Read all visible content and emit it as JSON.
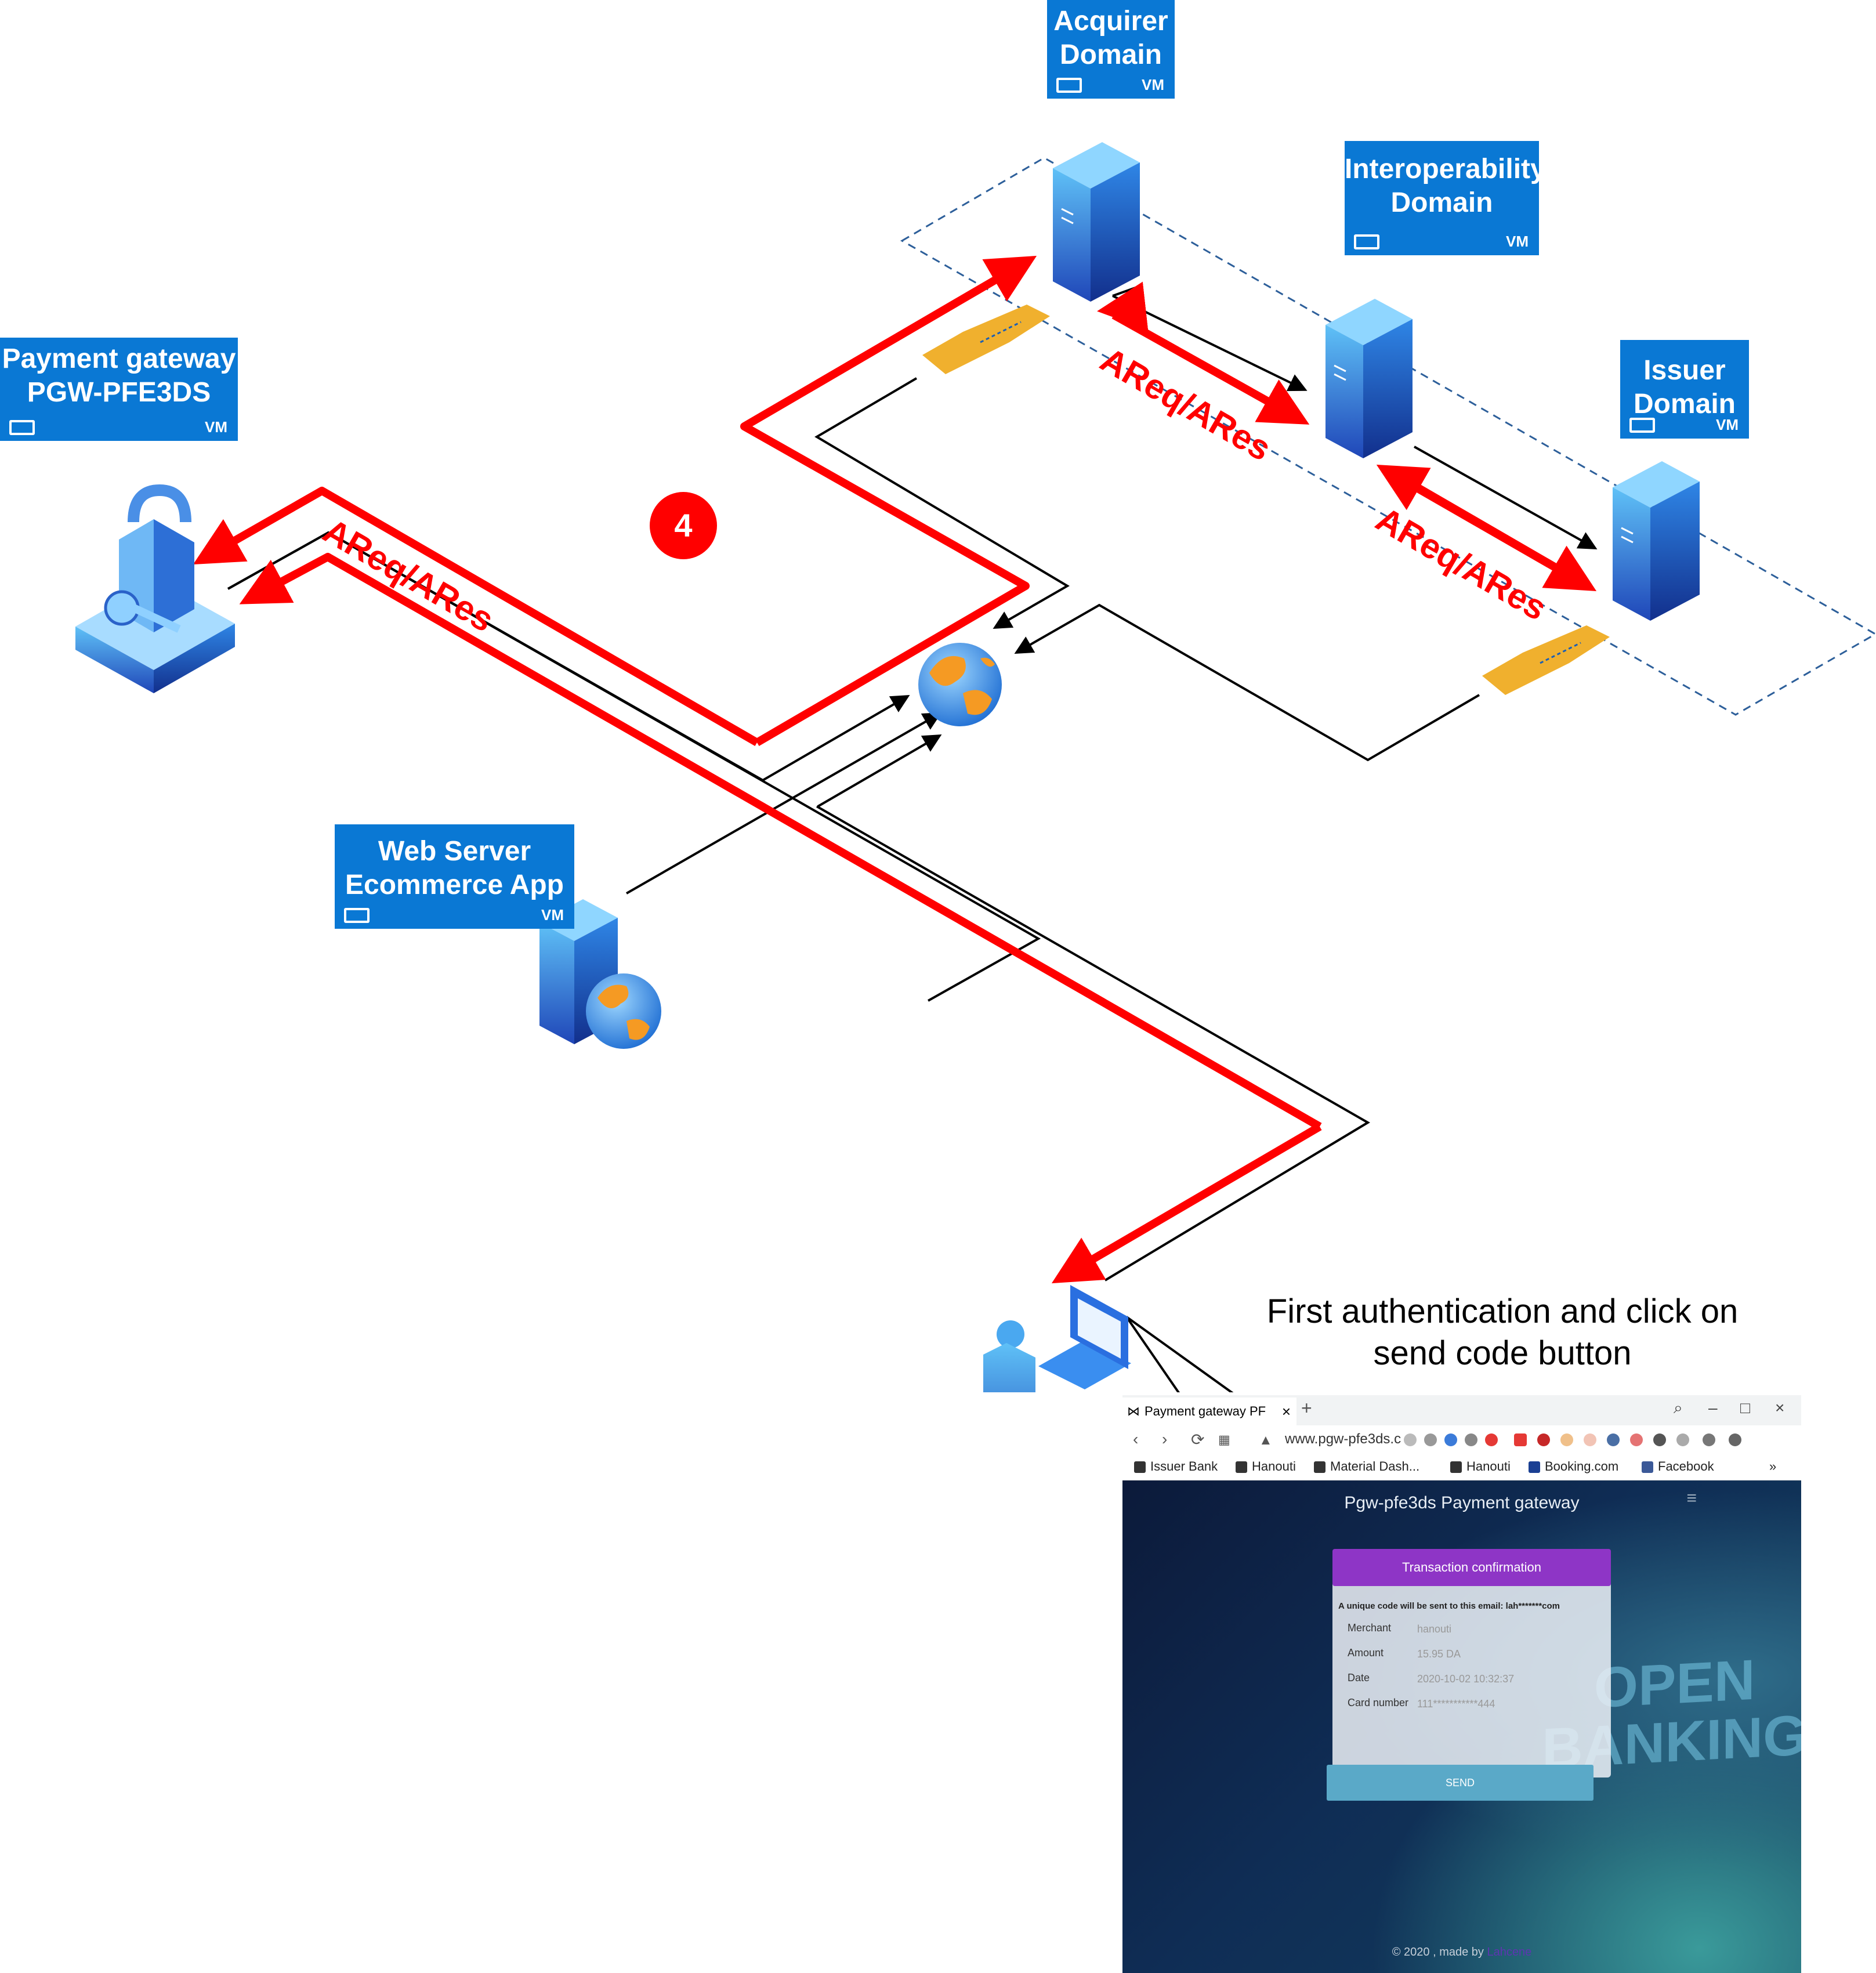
{
  "labels": {
    "payment_gateway": [
      "Payment gateway",
      "PGW-PFE3DS"
    ],
    "acquirer": [
      "Acquirer",
      "Domain"
    ],
    "interop": [
      "Interoperability",
      "Domain"
    ],
    "issuer": [
      "Issuer",
      "Domain"
    ],
    "webserver": [
      "Web Server",
      "Ecommerce App"
    ],
    "vm_tag": "VM"
  },
  "flow_labels": {
    "left": "AReq/ARes",
    "acq_interop": "AReq/ARes",
    "interop_issuer": "AReq/ARes"
  },
  "step": "4",
  "caption": [
    "First authentication and click on",
    "send code button"
  ],
  "colors": {
    "accent_red": "#ff0000",
    "vm_blue": "#0a78d4",
    "card_header": "#8e35c6",
    "send_button": "#5aa9c8"
  },
  "browser": {
    "tab_title": "Payment gateway PF",
    "url": "www.pgw-pfe3ds.c",
    "bookmarks": [
      "Issuer Bank",
      "Hanouti",
      "Material Dash...",
      "Hanouti",
      "Booking.com",
      "Facebook"
    ],
    "page_title": "Pgw-pfe3ds Payment gateway",
    "open_banking": [
      "OPEN",
      "BANKING"
    ],
    "card": {
      "header": "Transaction confirmation",
      "notice": "A unique code will be sent to this email: lah*******com",
      "rows": [
        {
          "label": "Merchant",
          "value": "hanouti"
        },
        {
          "label": "Amount",
          "value": "15.95 DA"
        },
        {
          "label": "Date",
          "value": "2020-10-02 10:32:37"
        },
        {
          "label": "Card number",
          "value": "111***********444"
        }
      ],
      "button": "SEND"
    },
    "footer_prefix": "© 2020 , made by",
    "footer_author": "Lahcene"
  }
}
